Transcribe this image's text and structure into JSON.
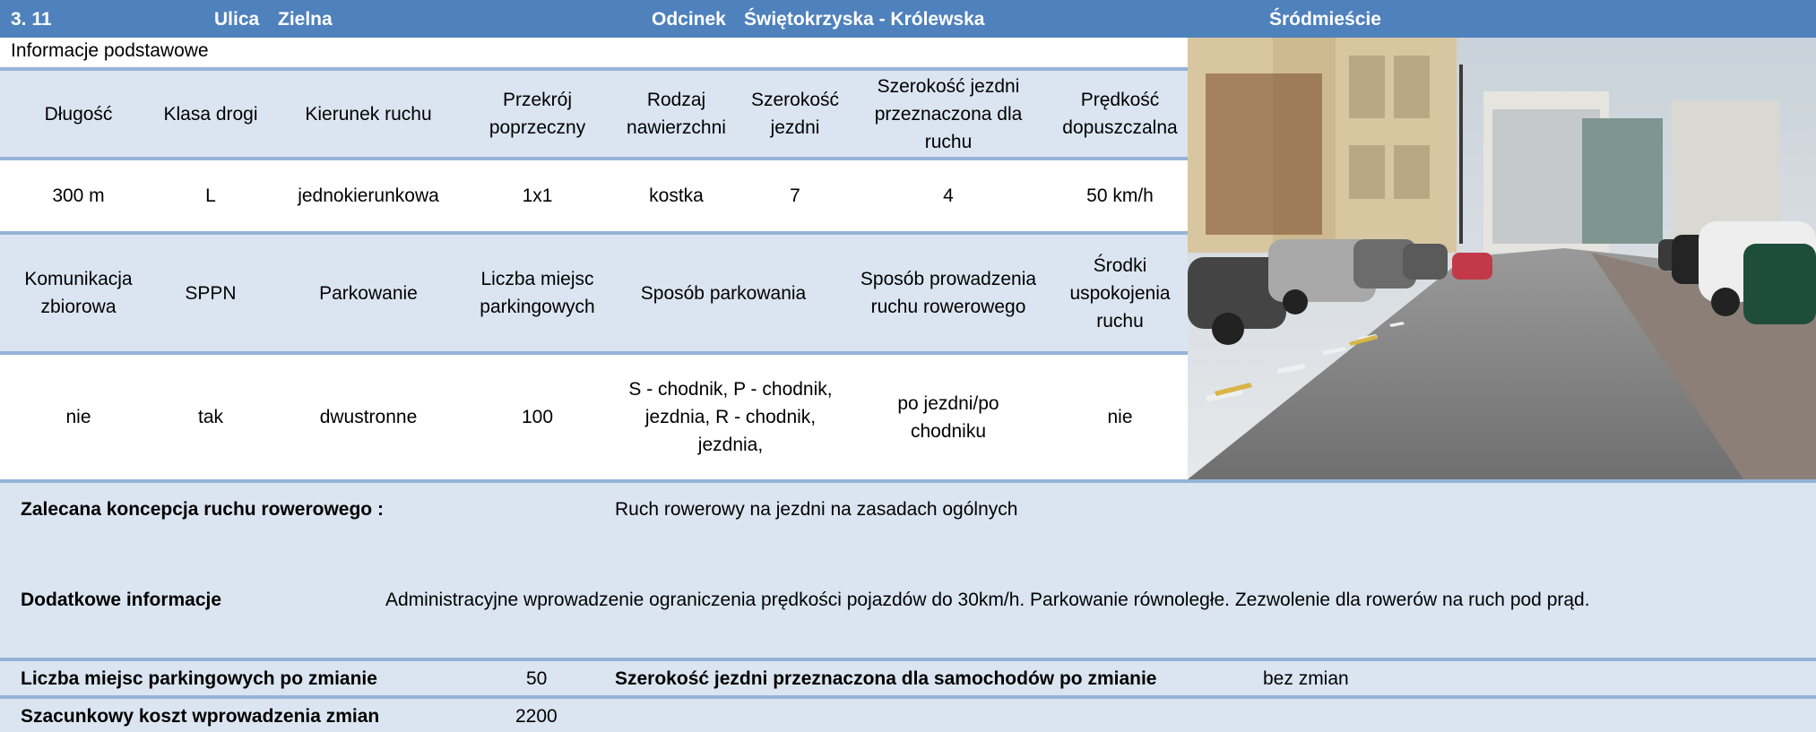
{
  "header": {
    "number": "3. 11",
    "street_label": "Ulica",
    "street_name": "Zielna",
    "segment_label": "Odcinek",
    "segment_name": "Świętokrzyska - Królewska",
    "district": "Śródmieście"
  },
  "basic_info_title": "Informacje podstawowe",
  "table1": {
    "headers": [
      "Długość",
      "Klasa drogi",
      "Kierunek ruchu",
      "Przekrój poprzeczny",
      "Rodzaj nawierzchni",
      "Szerokość jezdni",
      "Szerokość jezdni przeznaczona dla ruchu",
      "Prędkość dopuszczalna"
    ],
    "values": [
      "300 m",
      "L",
      "jednokierunkowa",
      "1x1",
      "kostka",
      "7",
      "4",
      "50 km/h"
    ]
  },
  "table2": {
    "headers": [
      "Komunikacja zbiorowa",
      "SPPN",
      "Parkowanie",
      "Liczba miejsc parkingowych",
      "Sposób parkowania",
      "Sposób prowadzenia ruchu rowerowego",
      "Środki uspokojenia ruchu"
    ],
    "values": [
      "nie",
      "tak",
      "dwustronne",
      "100",
      "S - chodnik, P - chodnik, jezdnia, R - chodnik, jezdnia,",
      "po jezdni/po chodniku",
      "nie"
    ]
  },
  "recommendation": {
    "label": "Zalecana koncepcja ruchu rowerowego :",
    "value": "Ruch rowerowy na jezdni na zasadach ogólnych"
  },
  "additional": {
    "label": "Dodatkowe informacje",
    "value": "Administracyjne wprowadzenie ograniczenia prędkości pojazdów do 30km/h. Parkowanie równoległe. Zezwolenie dla rowerów na ruch pod prąd."
  },
  "parking_after": {
    "label": "Liczba miejsc parkingowych po zmianie",
    "value": "50"
  },
  "width_after": {
    "label": "Szerokość jezdni przeznaczona dla samochodów po zmianie",
    "value": "bez zmian"
  },
  "cost": {
    "label": "Szacunkowy koszt wprowadzenia zmian",
    "value": "2200"
  },
  "colors": {
    "header_bg": "#4f81bd",
    "band_bg": "#dbe5f1",
    "rule": "#95b3d7"
  }
}
